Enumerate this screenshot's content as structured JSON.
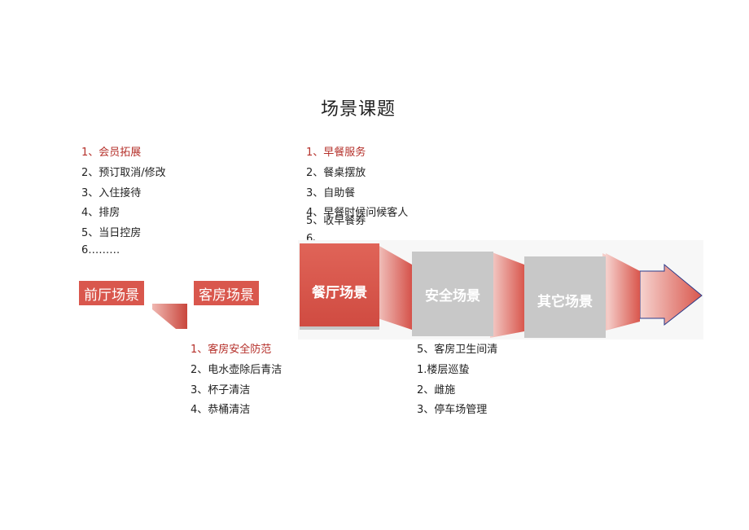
{
  "title": "场景课题",
  "front_desk_list": [
    "1、会员拓展",
    "2、预订取消/修改",
    "3、入住接待",
    "4、排房",
    "5、当日控房",
    "6………"
  ],
  "restaurant_list": [
    "1、早餐服务",
    "2、餐桌摆放",
    "3、自助餐",
    "4、早餐时候问候客人",
    "5、收早餐券",
    "6、…."
  ],
  "room_list": [
    "1、客房安全防范",
    "2、电水壶除后青洁",
    "3、杯子清洁",
    "4、恭桶清洁"
  ],
  "other_list": [
    "5、客房卫生间清",
    "1.楼层巡蛰",
    "2、雌施",
    "3、停车场管理"
  ],
  "stages": {
    "front_desk": "前厅场景",
    "guest_room": "客房场景",
    "restaurant": "餐厅场景",
    "safety": "安全场景",
    "other": "其它场景"
  },
  "colors": {
    "accent": "#d9574d",
    "highlight_text": "#b5302a",
    "gray_box": "#c8c8c8"
  }
}
